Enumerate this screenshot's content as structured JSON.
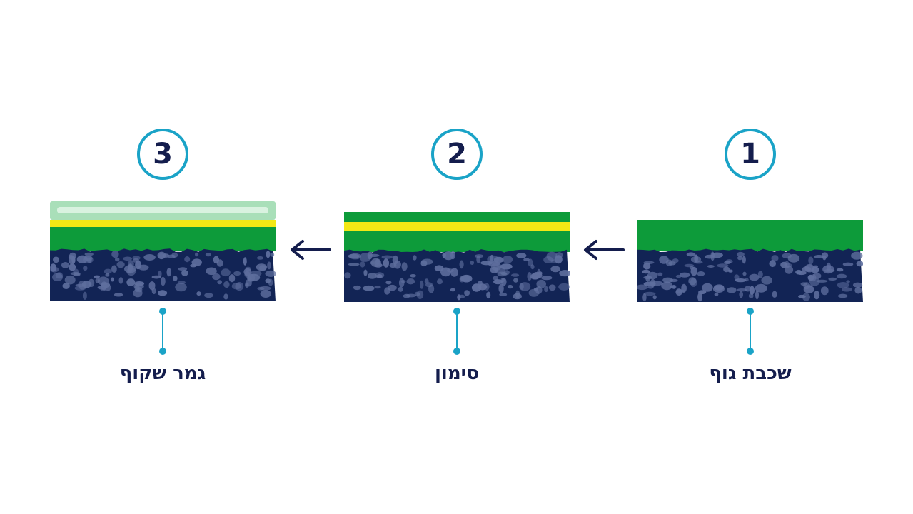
{
  "colors": {
    "gravel": "#122455",
    "stone": "#5f6f9e",
    "body_layer": "#0d9b3a",
    "marking_line": "#f3e815",
    "clear_coat": "#a9dfb9",
    "accent": "#1aa3c7",
    "text": "#141d4d"
  },
  "steps": [
    {
      "number": "3",
      "label": "גמר שקוף"
    },
    {
      "number": "2",
      "label": "סימון"
    },
    {
      "number": "1",
      "label": "שכבת גוף"
    }
  ]
}
